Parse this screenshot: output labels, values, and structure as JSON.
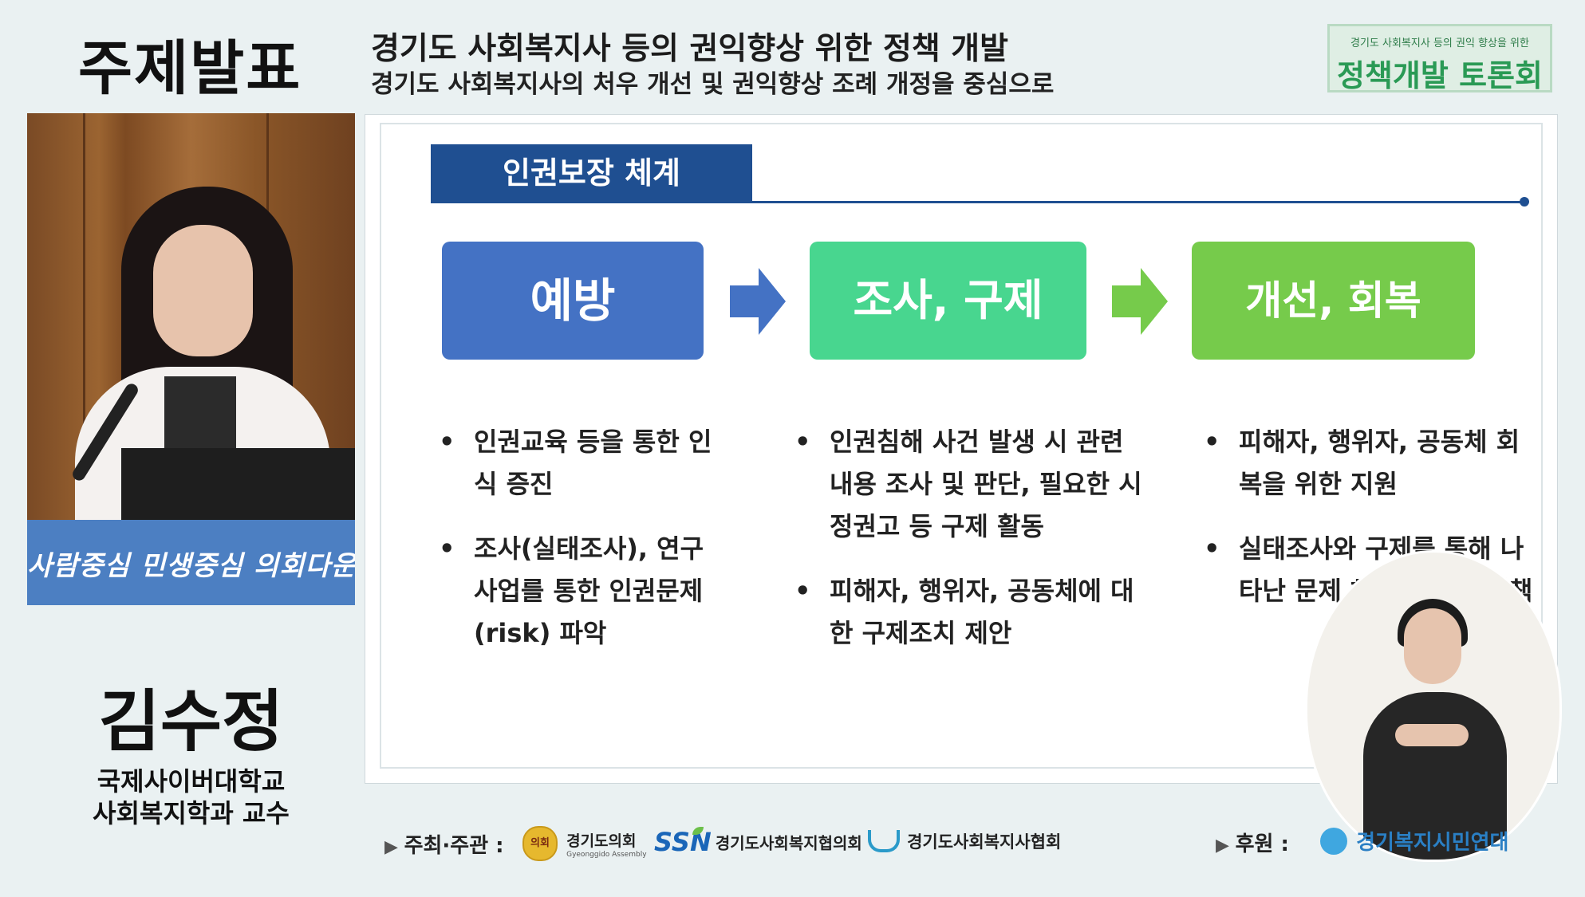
{
  "header": {
    "section_title": "주제발표",
    "main_title": "경기도 사회복지사 등의 권익향상 위한 정책 개발",
    "sub_title": "경기도 사회복지사의 처우 개선 및 권익향상 조례 개정을 중심으로",
    "badge_small": "경기도 사회복지사 등의 권익 향상을 위한",
    "badge_big": "정책개발 토론회"
  },
  "speaker": {
    "podium_slogan": "사람중심 민생중심 의회다운",
    "name": "김수정",
    "affiliation_line1": "국제사이버대학교",
    "affiliation_line2": "사회복지학과 교수"
  },
  "slide": {
    "heading": "인권보장 체계",
    "stages": [
      {
        "label": "예방",
        "color": "#4472c4"
      },
      {
        "label": "조사, 구제",
        "color": "#48d68f"
      },
      {
        "label": "개선, 회복",
        "color": "#76cb4b"
      }
    ],
    "arrow_colors": [
      "#4472c4",
      "#76cb4b"
    ],
    "columns": [
      {
        "bullets": [
          "인권교육 등을 통한 인식 증진",
          "조사(실태조사), 연구사업를 통한 인권문제(risk) 파악"
        ]
      },
      {
        "bullets": [
          "인권침해 사건 발생 시 관련 내용 조사 및 판단, 필요한 시정권고 등 구제 활동",
          "피해자, 행위자, 공동체에 대한 구제조치 제안"
        ]
      },
      {
        "bullets": [
          "피해자, 행위자, 공동체 회복을 위한 지원",
          "실태조사와 구제를 통해 나타난 문제 해결을 위해 정책"
        ]
      }
    ]
  },
  "footer": {
    "host_label": "주최·주관 :",
    "sponsor1_name": "경기도의회",
    "sponsor1_en": "Gyeonggido Assembly",
    "sponsor1_seal": "의회",
    "sponsor2_logo": "SSN",
    "sponsor2_name": "경기도사회복지협의회",
    "sponsor3_name": "경기도사회복지사협회",
    "support_label": "후원 :",
    "support_name": "경기복지시민연대"
  }
}
